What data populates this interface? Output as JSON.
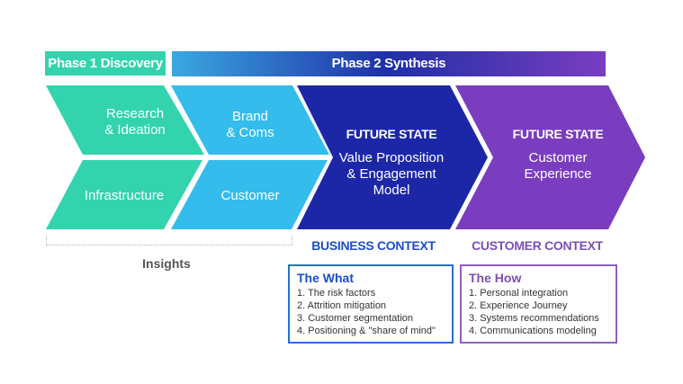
{
  "header": {
    "phase1": "Phase 1 Discovery",
    "phase2": "Phase 2 Synthesis"
  },
  "chevrons": {
    "research": [
      "Research",
      "& Ideation"
    ],
    "infrastructure": "Infrastructure",
    "brand": [
      "Brand",
      "& Coms"
    ],
    "customer": "Customer",
    "future_value": {
      "heading": "FUTURE STATE",
      "lines": [
        "Value Proposition",
        "& Engagement",
        "Model"
      ]
    },
    "future_customer": {
      "heading": "FUTURE STATE",
      "lines": [
        "Customer",
        "Experience"
      ]
    }
  },
  "insights_label": "Insights",
  "business_context": {
    "label": "BUSINESS CONTEXT",
    "title": "The What",
    "items": [
      "1. The risk factors",
      "2. Attrition mitigation",
      "3. Customer segmentation",
      "4. Positioning & \"share of mind\""
    ]
  },
  "customer_context": {
    "label": "CUSTOMER CONTEXT",
    "title": "The How",
    "items": [
      "1. Personal integration",
      "2. Experience Journey",
      "3. Systems recommendations",
      "4. Communications modeling"
    ]
  },
  "colors": {
    "teal": "#33d3ae",
    "sky": "#33bcec",
    "navy": "#1c27a8",
    "purple": "#7a3dbf",
    "business_blue": "#1a4fc4",
    "customer_purple": "#7b4fb5"
  }
}
